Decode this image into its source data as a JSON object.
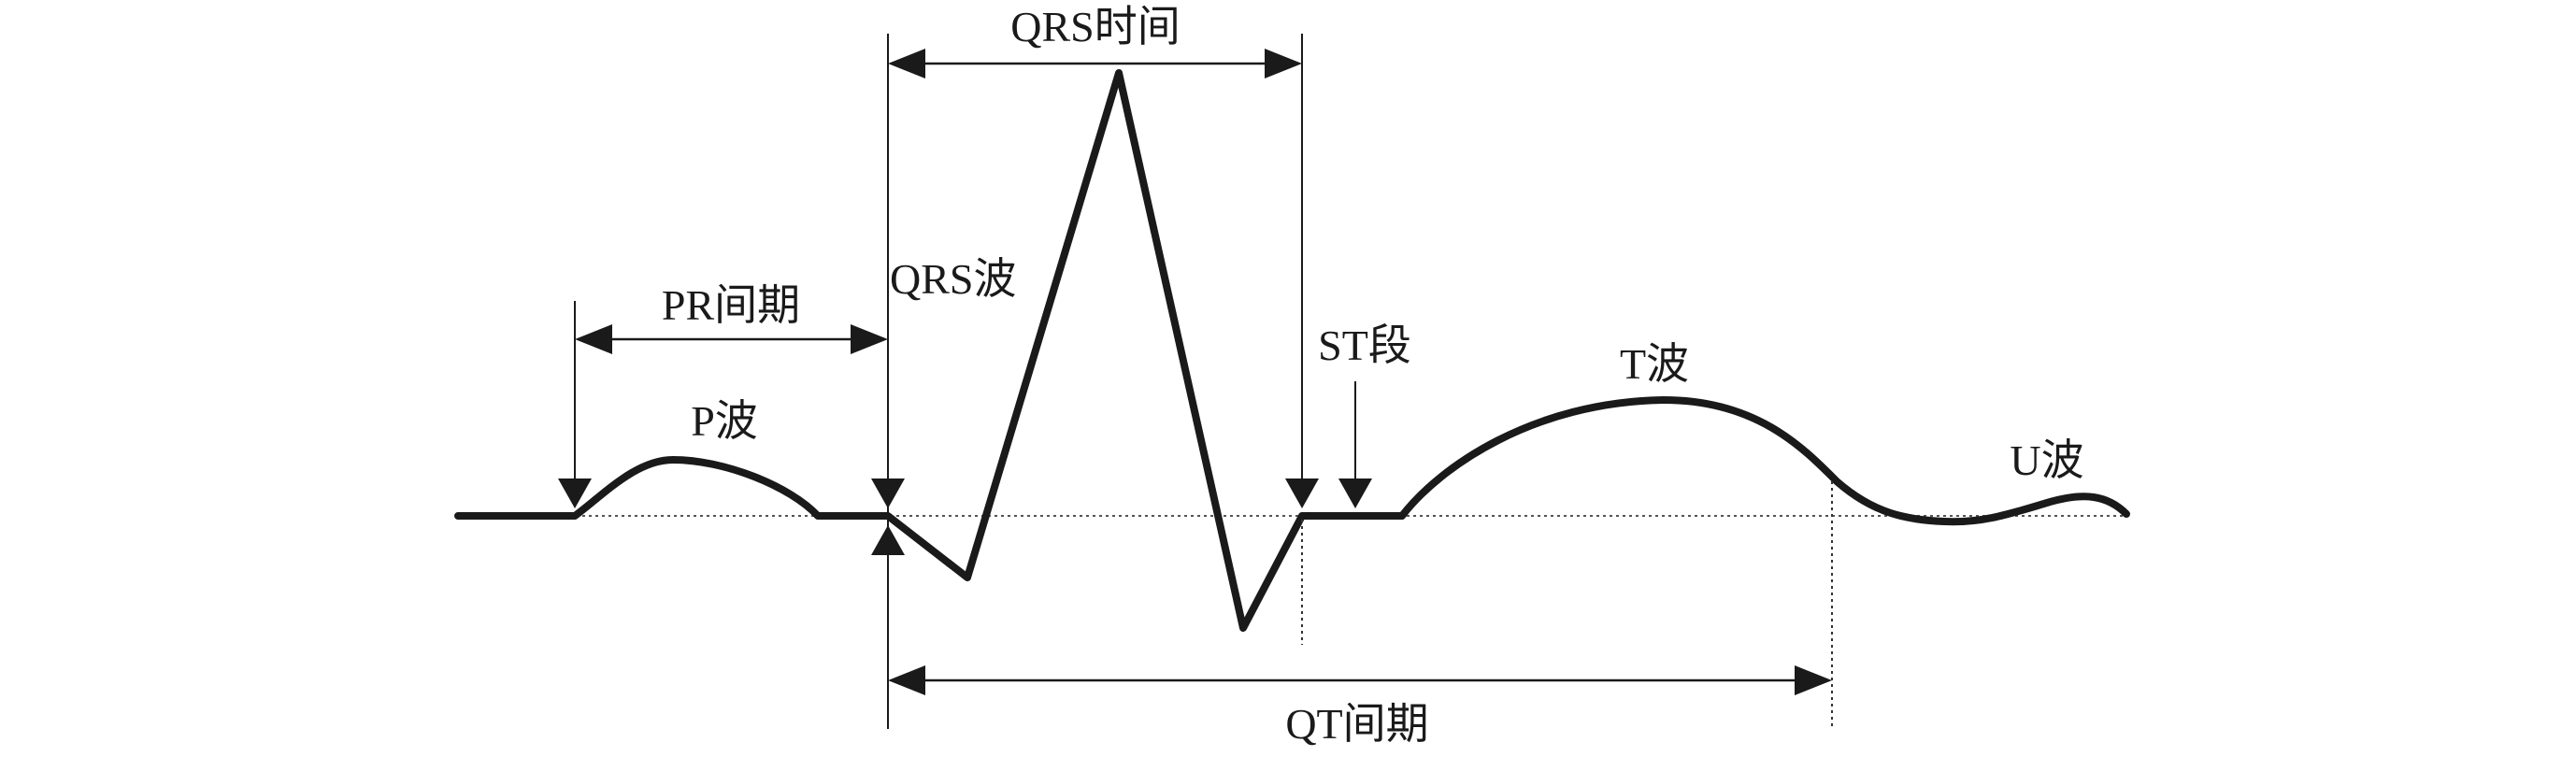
{
  "labels": {
    "qrs_duration": "QRS时间",
    "qrs_wave": "QRS波",
    "pr_interval": "PR间期",
    "p_wave": "P波",
    "st_segment": "ST段",
    "t_wave": "T波",
    "u_wave": "U波",
    "qt_interval": "QT间期"
  }
}
